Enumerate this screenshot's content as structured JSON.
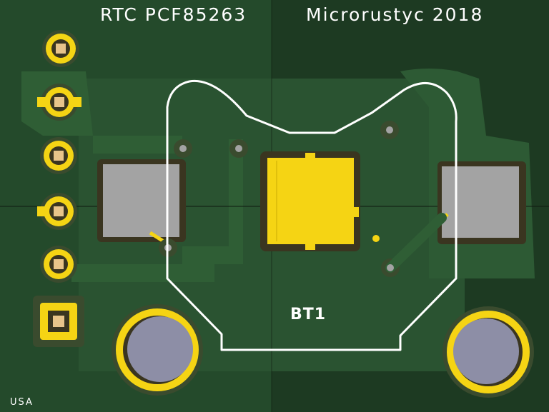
{
  "board": {
    "title_left": "RTC PCF85263",
    "title_right": "Microrustyc 2018",
    "component_ref": "BT1",
    "country": "USA"
  },
  "colors": {
    "substrate": "#1d3a22",
    "copper_pour": "#2a5331",
    "copper_trace": "#2f5e35",
    "pad_gold": "#f5d414",
    "pad_copper": "#e8c48a",
    "pad_gray": "#a3a3a3",
    "hole_fill": "#8d8ea6",
    "silkscreen": "#ffffff"
  },
  "header_pins": [
    {
      "id": "pin-1",
      "shape": "round"
    },
    {
      "id": "pin-2",
      "shape": "round"
    },
    {
      "id": "pin-3",
      "shape": "round"
    },
    {
      "id": "pin-4",
      "shape": "round"
    },
    {
      "id": "pin-5",
      "shape": "round"
    },
    {
      "id": "pin-6",
      "shape": "square"
    }
  ]
}
